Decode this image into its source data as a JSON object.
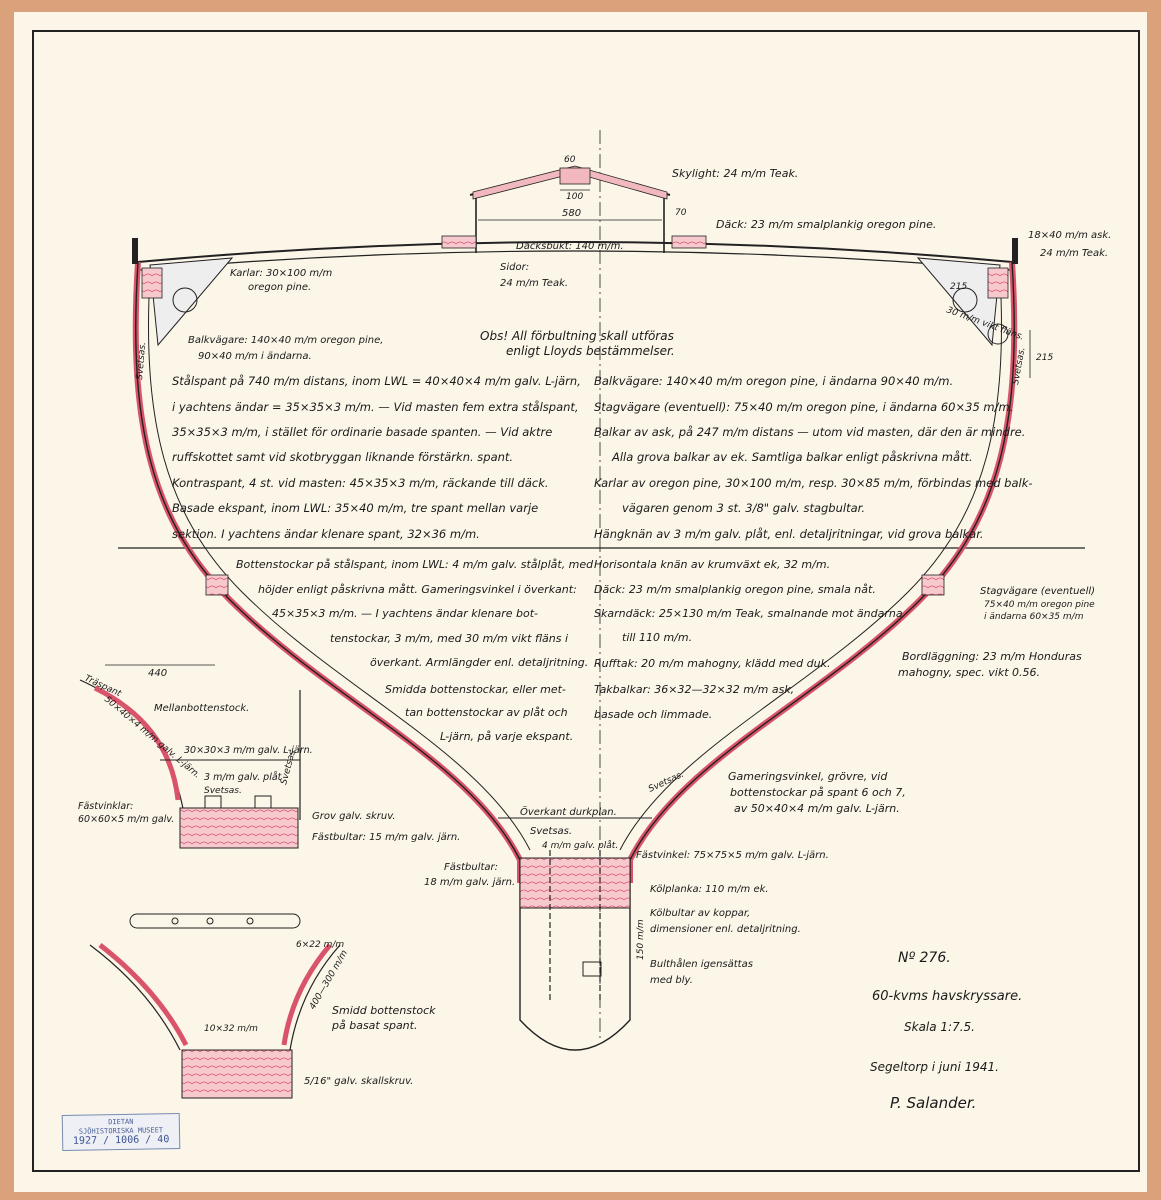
{
  "top": {
    "dim_60": "60",
    "dim_100": "100",
    "dim_580": "580",
    "dim_70": "70",
    "skylight": "Skylight: 24 m/m Teak.",
    "dack": "Däck: 23 m/m smalplankig oregon pine.",
    "dacksbukt": "Däcksbukt: 140 m/m.",
    "karlar": "Karlar: 30×100 m/m",
    "karlar2": "oregon pine.",
    "sidor": "Sidor:",
    "sidor2": "24 m/m Teak.",
    "right1": "18×40 m/m ask.",
    "right2": "24 m/m Teak.",
    "dim_215a": "215",
    "dim_215b": "215",
    "vinkel": "30 m/m vikt fläns.",
    "svetsas_r": "Svetsas.",
    "svetsas_l": "Svetsas."
  },
  "center": {
    "obs1": "Obs! All förbultning skall utföras",
    "obs2": "enligt Lloyds bestämmelser.",
    "balk1": "Balkvägare: 140×40 m/m oregon pine,",
    "balk2": "90×40 m/m i ändarna."
  },
  "left_notes": [
    "Stålspant på 740 m/m distans, inom LWL = 40×40×4 m/m galv. L-järn,",
    "i yachtens ändar = 35×35×3 m/m. — Vid masten fem extra stålspant,",
    "35×35×3 m/m, i stället för ordinarie basade spanten. — Vid aktre",
    "ruffskottet samt vid skotbryggan liknande förstärkn. spant.",
    "Kontraspant, 4 st. vid masten: 45×35×3 m/m, räckande till däck.",
    "Basade ekspant, inom LWL: 35×40 m/m, tre spant mellan varje",
    "sektion. I yachtens ändar klenare spant, 32×36 m/m.",
    "Bottenstockar på stålspant, inom LWL: 4 m/m galv. stålplåt, med",
    "höjder enligt påskrivna mått. Gameringsvinkel i överkant:",
    "45×35×3 m/m. — I yachtens ändar klenare bot-",
    "tenstockar, 3 m/m, med 30 m/m vikt fläns i",
    "överkant. Armlängder enl. detaljritning.",
    "Smidda bottenstockar, eller met-",
    "tan bottenstockar av plåt och",
    "L-järn, på varje ekspant."
  ],
  "right_notes": [
    "Balkvägare: 140×40 m/m oregon pine, i ändarna 90×40 m/m.",
    "Stagvägare (eventuell): 75×40 m/m oregon pine, i ändarna 60×35 m/m.",
    "Balkar av ask, på 247 m/m distans — utom vid masten, där den är mindre.",
    "Alla grova balkar av ek. Samtliga balkar enligt påskrivna mått.",
    "Karlar av oregon pine, 30×100 m/m, resp. 30×85 m/m, förbindas med balk-",
    "vägaren genom 3 st. 3/8\" galv. stagbultar.",
    "Hängknän av 3 m/m galv. plåt, enl. detaljritningar, vid grova balkar.",
    "Horisontala knän av krumväxt ek, 32 m/m.",
    "Däck: 23 m/m smalplankig oregon pine, smala nåt.",
    "Skarndäck: 25×130 m/m Teak, smalnande mot ändarna",
    "till 110 m/m.",
    "Rufftak: 20 m/m mahogny, klädd med duk.",
    "Takbalkar: 36×32—32×32 m/m ask,",
    "basade och limmade."
  ],
  "hull_right": {
    "stag1": "Stagvägare (eventuell)",
    "stag2": "75×40 m/m oregon pine",
    "stag3": "i ändarna 60×35 m/m",
    "bord1": "Bordläggning: 23 m/m Honduras",
    "bord2": "mahogny, spec. vikt 0.56.",
    "svetsas": "Svetsas.",
    "gam1": "Gameringsvinkel, grövre, vid",
    "gam2": "bottenstockar på spant 6 och 7,",
    "gam3": "av 50×40×4 m/m galv. L-järn."
  },
  "keel": {
    "overkant": "Överkant durkplan.",
    "svetsas": "Svetsas.",
    "plat": "4 m/m galv. plåt.",
    "fastbult1": "Fästbultar:",
    "fastbult2": "18 m/m galv. järn.",
    "fastvinkel": "Fästvinkel: 75×75×5 m/m galv. L-järn.",
    "kolplanka": "Kölplanka: 110 m/m ek.",
    "kolbult1": "Kölbultar av koppar,",
    "kolbult2": "dimensioner enl. detaljritning.",
    "dim_150": "150 m/m",
    "bulthal1": "Bulthålen igensättas",
    "bulthal2": "med bly."
  },
  "detail1": {
    "dim_440": "440",
    "traspant": "Träspant",
    "mellan": "Mellanbottenstock.",
    "ljarn_side": "50×40×4 m/m galv. L-järn.",
    "ljarn": "30×30×3 m/m galv. L-järn.",
    "plat": "3 m/m galv. plåt",
    "svetsas": "Svetsas.",
    "svetsas2": "Svetsas",
    "fastvinklar": "Fästvinklar:",
    "fastvinklar2": "60×60×5 m/m galv.",
    "grov": "Grov galv. skruv.",
    "fastbult": "Fästbultar: 15 m/m galv. järn."
  },
  "detail2": {
    "dim_6x22": "6×22 m/m",
    "dim_400": "400—300 m/m",
    "dim_10x32": "10×32 m/m",
    "smidd1": "Smidd bottenstock",
    "smidd2": "på basat spant.",
    "skruv": "5/16\" galv. skallskruv."
  },
  "title": {
    "number": "Nº 276.",
    "name": "60-kvms havskryssare.",
    "skala": "Skala 1:7.5.",
    "place": "Segeltorp i juni 1941.",
    "signature": "P. Salander."
  },
  "stamp": {
    "line1": "DIETAN",
    "line2": "SJÖHISTORISKA MUSEET",
    "number": "1927 / 1006 / 40"
  },
  "colors": {
    "paper": "#fbf6e8",
    "border": "#d9a27a",
    "ink": "#1a1a1a",
    "red": "#d9546a",
    "pink": "#f2b8c0"
  }
}
